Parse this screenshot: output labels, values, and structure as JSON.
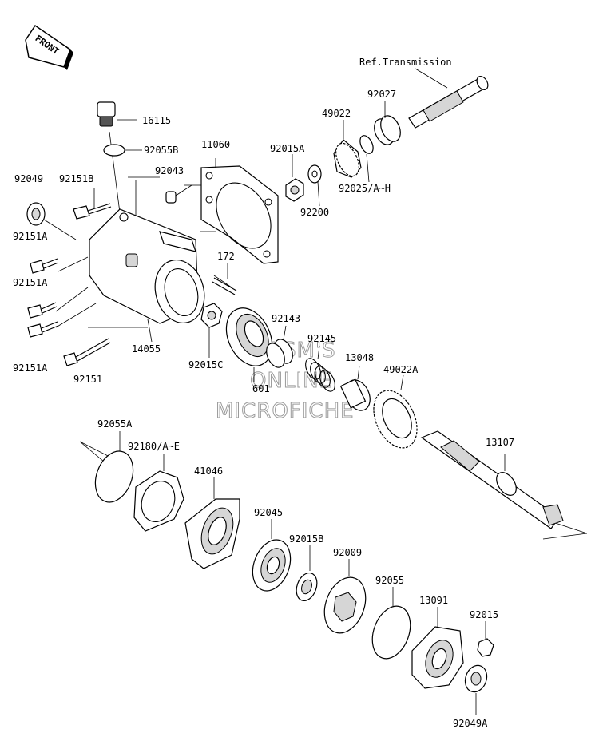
{
  "front_badge": "FRONT",
  "ref_transmission": "Ref.Transmission",
  "watermark": [
    "HLSM'S",
    "ONLINE",
    "MICROFICHE"
  ],
  "parts": {
    "p16115": "16115",
    "p92055B": "92055B",
    "p11060": "11060",
    "p92043": "92043",
    "p92049": "92049",
    "p92151B": "92151B",
    "p92151A_1": "92151A",
    "p92151A_2": "92151A",
    "p92151A_3": "92151A",
    "p172": "172",
    "p14055": "14055",
    "p92151": "92151",
    "p92015C": "92015C",
    "p601": "601",
    "p92143": "92143",
    "p92145": "92145",
    "p13048": "13048",
    "p49022A": "49022A",
    "p92015A": "92015A",
    "p92200": "92200",
    "p49022": "49022",
    "p92027": "92027",
    "p92025": "92025/A~H",
    "p13107": "13107",
    "p92055A": "92055A",
    "p92180": "92180/A~E",
    "p41046": "41046",
    "p92045": "92045",
    "p92015B": "92015B",
    "p92009": "92009",
    "p92055": "92055",
    "p13091": "13091",
    "p92015": "92015",
    "p92049A": "92049A"
  }
}
